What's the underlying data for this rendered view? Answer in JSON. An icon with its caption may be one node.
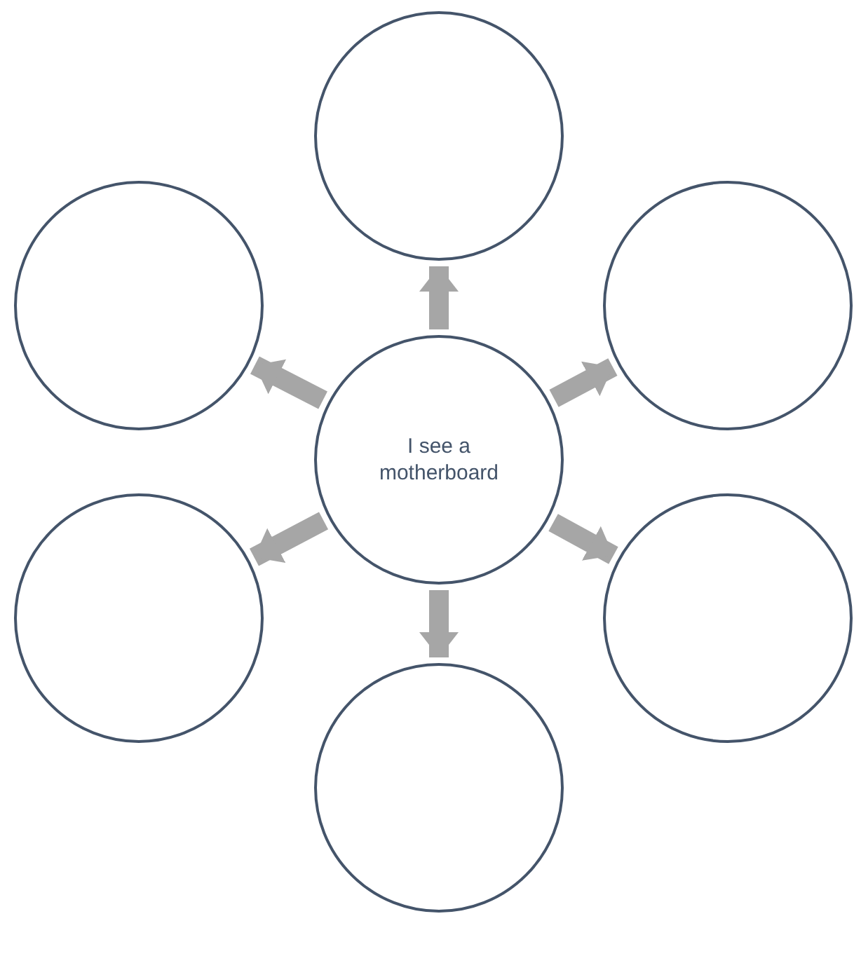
{
  "diagram": {
    "nodes": [
      {
        "text": [
          "I see a motherboard"
        ]
      },
      {
        "text": [],
        "shape": "circle"
      },
      {
        "text": [],
        "shape": "circle"
      },
      {
        "text": [],
        "shape": "circle"
      },
      {
        "text": [],
        "shape": "circle"
      },
      {
        "text": [],
        "shape": "circle"
      },
      {
        "text": [],
        "shape": "circle"
      }
    ],
    "edges": [
      {
        "from": 0,
        "to": 1,
        "arrow": "to"
      },
      {
        "from": 0,
        "to": 2,
        "arrow": "to"
      },
      {
        "from": 0,
        "to": 3,
        "arrow": "to"
      },
      {
        "from": 0,
        "to": 4,
        "arrow": "to"
      },
      {
        "from": 0,
        "to": 5,
        "arrow": "to"
      },
      {
        "from": 0,
        "to": 6,
        "arrow": "to"
      }
    ]
  }
}
